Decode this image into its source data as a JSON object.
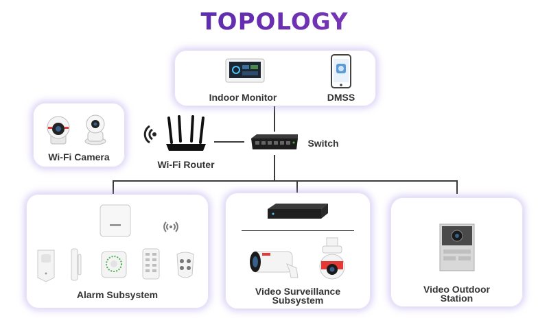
{
  "title": "TOPOLOGY",
  "nodes": {
    "indoor_monitor": "Indoor Monitor",
    "dmss": "DMSS",
    "wifi_camera": "Wi-Fi Camera",
    "wifi_router": "Wi-Fi Router",
    "switch": "Switch",
    "alarm_subsystem": "Alarm Subsystem",
    "video_surveillance_subsystem": "Video Surveillance Subsystem",
    "video_outdoor_station": "Video Outdoor Station"
  },
  "colors": {
    "title_gradient": [
      "#3b2aa8",
      "#9a4bc6"
    ],
    "card_glow": "#aa96eb",
    "line": "#3a3a3a"
  }
}
